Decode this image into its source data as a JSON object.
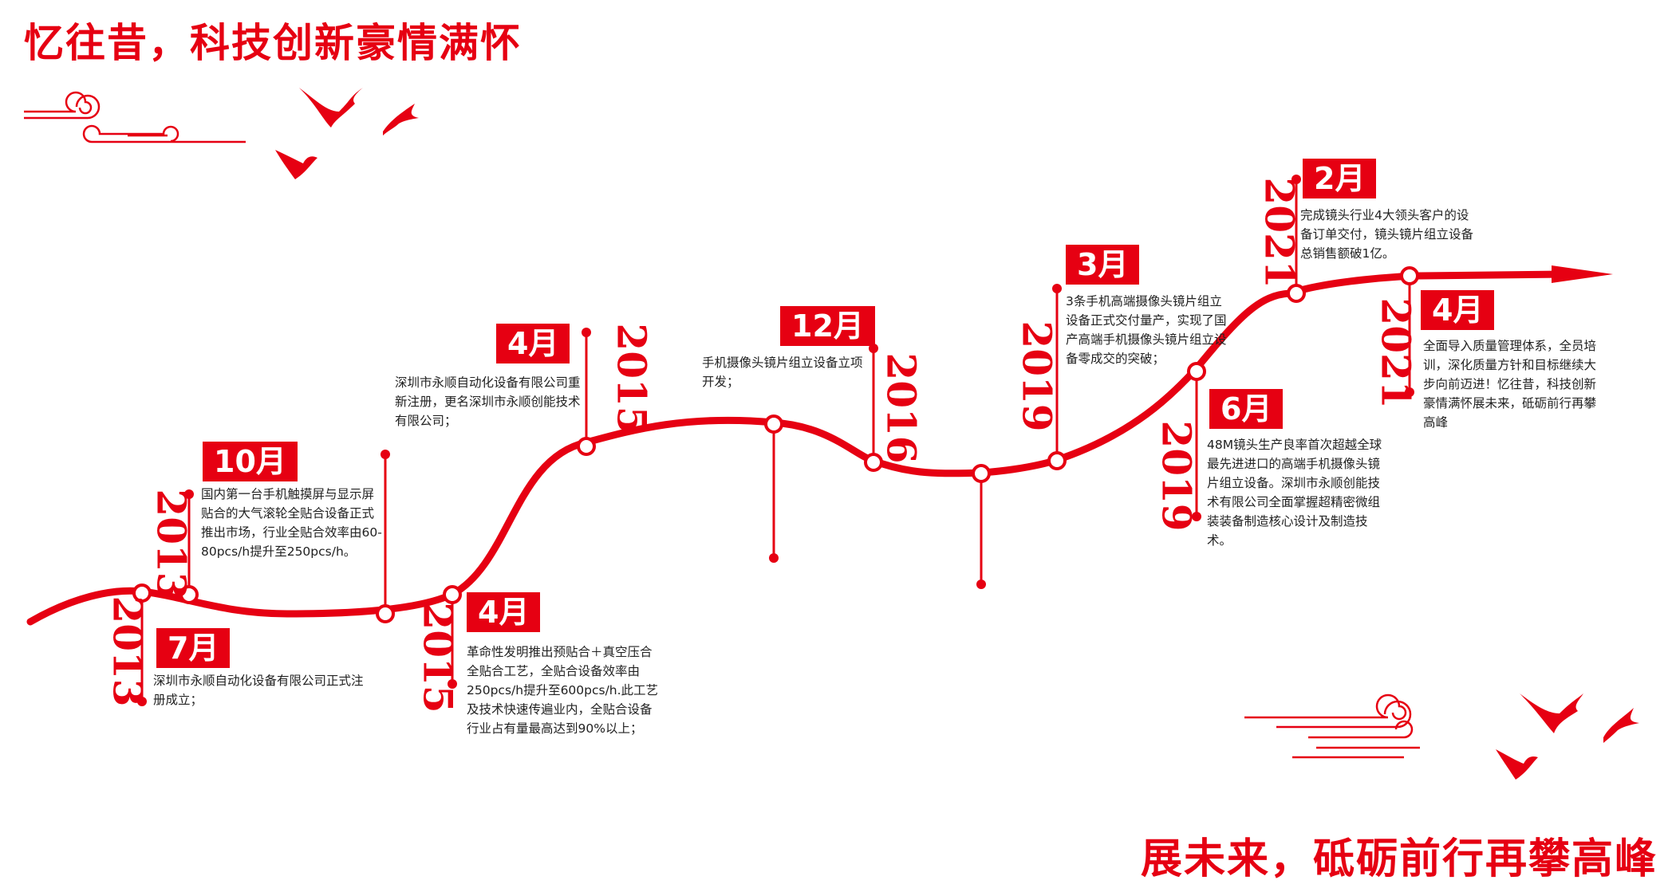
{
  "headings": {
    "top": "忆往昔，科技创新豪情满怀",
    "bottom": "展未来，砥砺前行再攀高峰"
  },
  "colors": {
    "accent": "#e60012",
    "text": "#222222"
  },
  "icons": [
    "bird-icon",
    "cloud-icon",
    "arrow-head-icon"
  ],
  "events": [
    {
      "id": "e1",
      "year": "2013",
      "month": "7月",
      "text": "深圳市永顺自动化设备有限公司正式注册成立；"
    },
    {
      "id": "e2",
      "year": "2013",
      "month": "10月",
      "text": "国内第一台手机触摸屏与显示屏贴合的大气滚轮全贴合设备正式推出市场，行业全贴合效率由60-80pcs/h提升至250pcs/h。"
    },
    {
      "id": "e3",
      "year": "2015",
      "month": "4月",
      "text": "革命性发明推出预贴合＋真空压合全贴合工艺，全贴合设备效率由250pcs/h提升至600pcs/h.此工艺及技术快速传遍业内，全贴合设备行业占有量最高达到90%以上；"
    },
    {
      "id": "e4",
      "year": "2015",
      "month": "4月",
      "text": "深圳市永顺自动化设备有限公司重新注册，更名深圳市永顺创能技术有限公司；"
    },
    {
      "id": "e5",
      "year": "2016",
      "month": "12月",
      "text": "手机摄像头镜片组立设备立项开发；"
    },
    {
      "id": "e6",
      "year": "2019",
      "month": "3月",
      "text": "3条手机高端摄像头镜片组立设备正式交付量产，实现了国产高端手机摄像头镜片组立设备零成交的突破；"
    },
    {
      "id": "e7",
      "year": "2019",
      "month": "6月",
      "text": "48M镜头生产良率首次超越全球最先进进口的高端手机摄像头镜片组立设备。深圳市永顺创能技术有限公司全面掌握超精密微组装装备制造核心设计及制造技术。"
    },
    {
      "id": "e8",
      "year": "2021",
      "month": "2月",
      "text": "完成镜头行业4大领头客户的设备订单交付，镜头镜片组立设备总销售额破1亿。"
    },
    {
      "id": "e9",
      "year": "2021",
      "month": "4月",
      "text": "全面导入质量管理体系，全员培训，深化质量方针和目标继续大步向前迈进！忆往昔，科技创新豪情满怀展未来，砥砺前行再攀高峰"
    }
  ]
}
